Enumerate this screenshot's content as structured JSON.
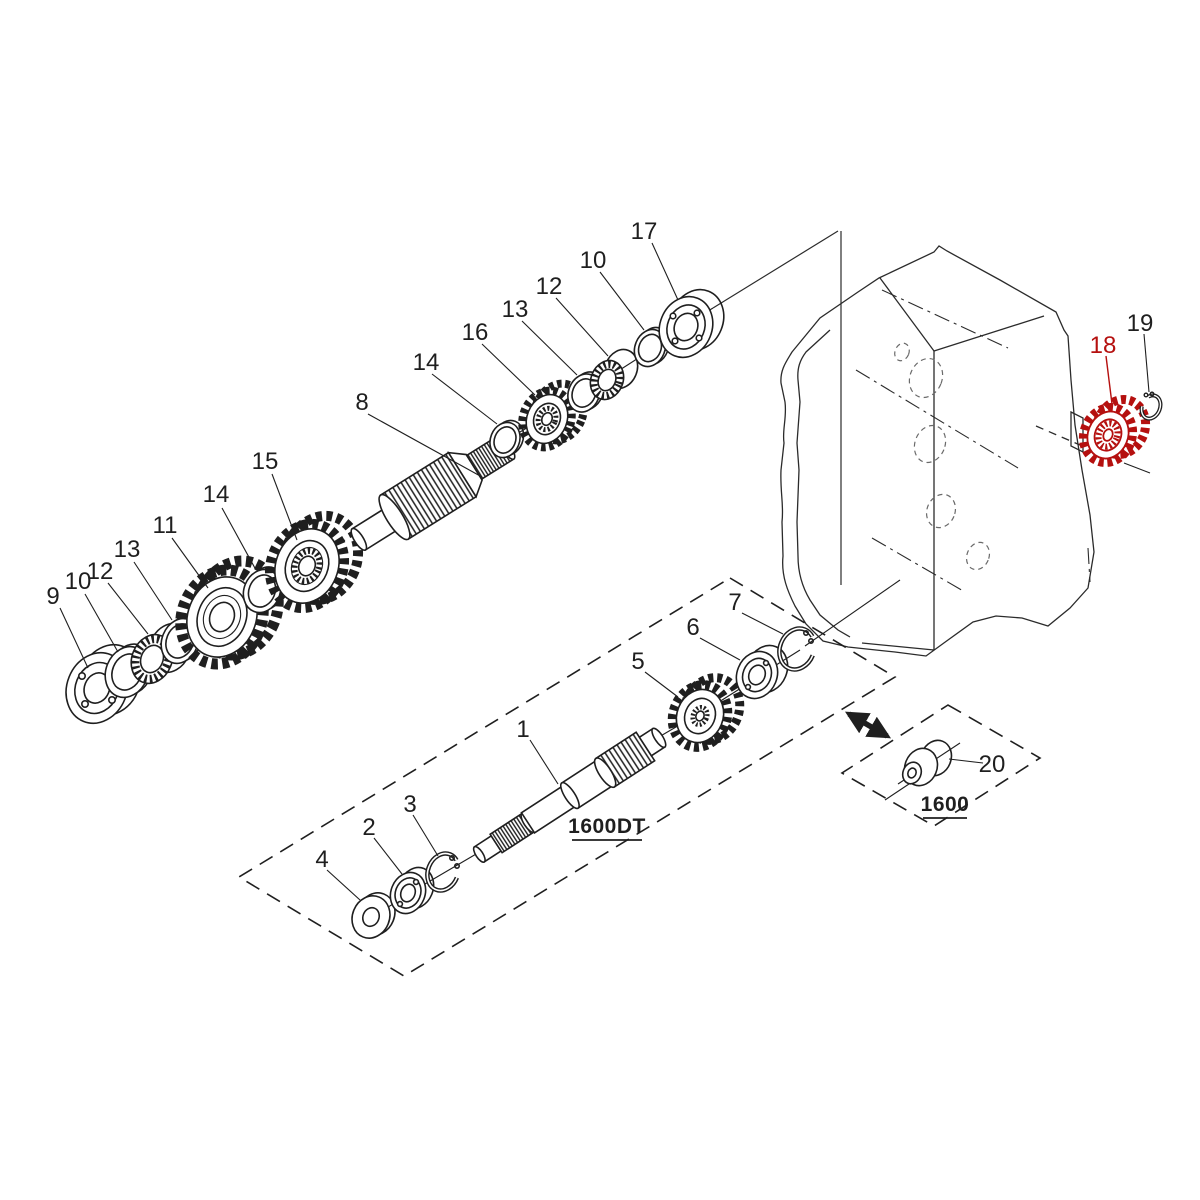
{
  "figure": {
    "type": "exploded-parts-diagram",
    "subject": "gearbox shaft and gear assembly with transmission housing",
    "variants": [
      {
        "label": "1600DT"
      },
      {
        "label": "1600"
      }
    ],
    "colors": {
      "line": "#1f1f1f",
      "highlight": "#b5100f",
      "hidden": "#666666",
      "background": "#ffffff"
    },
    "icons": {
      "interchange_arrow": "double-headed-arrow"
    },
    "callouts": [
      {
        "num": "1"
      },
      {
        "num": "2"
      },
      {
        "num": "3"
      },
      {
        "num": "4"
      },
      {
        "num": "5"
      },
      {
        "num": "6"
      },
      {
        "num": "7"
      },
      {
        "num": "8"
      },
      {
        "num": "9"
      },
      {
        "num": "10"
      },
      {
        "num": "12"
      },
      {
        "num": "13"
      },
      {
        "num": "11"
      },
      {
        "num": "14"
      },
      {
        "num": "15"
      },
      {
        "num": "14"
      },
      {
        "num": "16"
      },
      {
        "num": "13"
      },
      {
        "num": "12"
      },
      {
        "num": "10"
      },
      {
        "num": "17"
      },
      {
        "num": "18",
        "highlighted": true
      },
      {
        "num": "19"
      },
      {
        "num": "20"
      }
    ]
  }
}
